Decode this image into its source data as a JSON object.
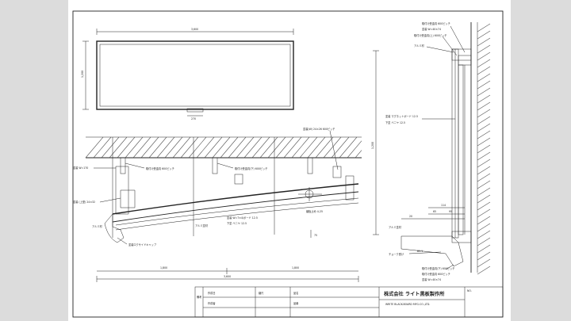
{
  "elevation": {
    "width_dim": "3,600",
    "height_dim": "1,200",
    "tray_dim": "270"
  },
  "plan_section": {
    "labels": {
      "l1": "塗装 W=170",
      "l2": "取付け受金具 600ピッチ",
      "l3": "取付け受金具(下) 600ピッチ",
      "l4": "塗装(W) 24×26 600ピッチ",
      "l5": "塗装 (上型) 24×32",
      "l6": "アルミ材",
      "l7": "塗装ロクサイドキャップ",
      "l8": "アルミ塗材",
      "l9": "塗装 W=7×4(ボード 12.5",
      "l10": "下塗 ベニヤ 12.5",
      "l11": "継板止め 4-25"
    },
    "dims": {
      "d1": "1,800",
      "d2": "1,800",
      "d3": "3,600",
      "d4": "75"
    }
  },
  "side_section": {
    "labels": {
      "s1": "取付け受金具 600ピッチ",
      "s2": "塗装 W=40×74",
      "s3": "取付け受金具(上) 600ピッチ",
      "s4": "アルミ材",
      "s5": "塗装 マグネットボード 12.5",
      "s6": "下塗 ベニヤ 12.5",
      "s7": "アルミ塗材",
      "s8": "チョーク受け",
      "s9": "取付け受金具(下) 600ピッチ",
      "s10": "取付け受金具 600ピッチ",
      "s11": "塗装 W=40×74"
    },
    "dims": {
      "h": "1,200",
      "a": "114",
      "b": "65",
      "c": "95",
      "e": "20",
      "f": "85.1"
    }
  },
  "title_block": {
    "side_label": "備考",
    "label_created": "作成日",
    "label_creator": "作成者",
    "label_scale": "縮尺",
    "label_name": "品名",
    "label_product": "品番",
    "company": "株式会社  ライト黒板製作所",
    "company_en": "WRITE BLACK-BOARD MFG.CO.,LTD.",
    "no_label": "NO."
  }
}
